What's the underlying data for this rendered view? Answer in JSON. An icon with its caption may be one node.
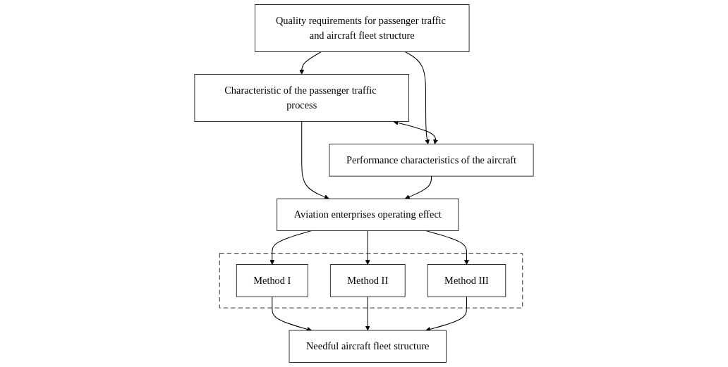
{
  "diagram": {
    "nodes": [
      {
        "text": [
          "Quality requirements for passenger traffic and aircraft fleet structure"
        ]
      },
      {
        "text": [
          "Characteristic of the passenger traffic process"
        ]
      },
      {
        "text": [
          "Performance characteristics of the aircraft"
        ]
      },
      {
        "text": [
          "Aviation enterprises operating effect"
        ]
      },
      {
        "text": [],
        "shape": "box"
      },
      {
        "text": [
          "Method I"
        ],
        "in": 4
      },
      {
        "text": [
          "Method II"
        ],
        "in": 4
      },
      {
        "text": [
          "Method III"
        ],
        "in": 4
      },
      {
        "text": [
          "Needful aircraft fleet structure"
        ]
      }
    ],
    "edges": [
      {
        "from": 0,
        "to": 1,
        "arrow": "to"
      },
      {
        "from": 0,
        "to": 2,
        "arrow": "to"
      },
      {
        "from": 1,
        "to": 2,
        "arrow": "both"
      },
      {
        "from": 1,
        "to": 3,
        "arrow": "to"
      },
      {
        "from": 2,
        "to": 3,
        "arrow": "to"
      },
      {
        "from": 3,
        "to": 5,
        "arrow": "to"
      },
      {
        "from": 3,
        "to": 6,
        "arrow": "to"
      },
      {
        "from": 3,
        "to": 7,
        "arrow": "to"
      },
      {
        "from": 5,
        "to": 8,
        "arrow": "to"
      },
      {
        "from": 6,
        "to": 8,
        "arrow": "to"
      },
      {
        "from": 7,
        "to": 8,
        "arrow": "to"
      }
    ]
  }
}
